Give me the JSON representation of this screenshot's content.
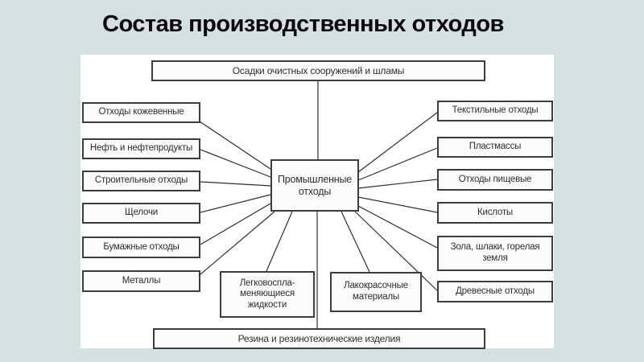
{
  "title": "Состав производственных отходов",
  "colors": {
    "page_background": "#d4e0e1",
    "panel_background": "#ffffff",
    "node_fill": "#fbfbfb",
    "node_border": "#3d3d3d",
    "node_text": "#2e2e2e",
    "line_color": "#2f2f2f",
    "title_color": "#0a0a0a"
  },
  "diagram": {
    "center_node": {
      "label": "Промышленные отходы"
    },
    "top_node": {
      "label": "Осадки очистных сооружений и шламы"
    },
    "bottom_node": {
      "label": "Резина и резинотехнические изделия"
    },
    "left_nodes": [
      {
        "label": "Отходы кожевенные"
      },
      {
        "label": "Нефть и нефтепродукты"
      },
      {
        "label": "Строительные отходы"
      },
      {
        "label": "Щелочи"
      },
      {
        "label": "Бумажные отходы"
      },
      {
        "label": "Металлы"
      }
    ],
    "right_nodes": [
      {
        "label": "Текстильные отходы"
      },
      {
        "label": "Пластмассы"
      },
      {
        "label": "Отходы пищевые"
      },
      {
        "label": "Кислоты"
      },
      {
        "label": "Зола, шлаки, горелая земля"
      },
      {
        "label": "Древесные отходы"
      }
    ],
    "bottom_center_nodes": [
      {
        "lines": [
          "Легковоспла-",
          "меняющиеся",
          "жидкости"
        ]
      },
      {
        "label": "Лакокрасочные материалы"
      }
    ]
  }
}
